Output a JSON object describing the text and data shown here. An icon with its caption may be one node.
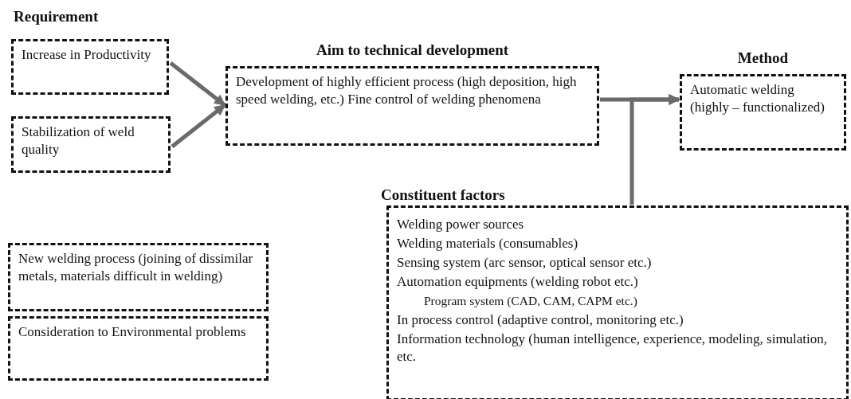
{
  "diagram": {
    "nodes": [
      {
        "text": [
          "Increase in Productivity"
        ]
      },
      {
        "text": [
          "Stabilization of weld quality"
        ]
      },
      {
        "text": [
          "Aim to technical development",
          "Development of highly efficient process (high deposition, high speed welding, etc.) Fine control of welding phenomena"
        ]
      },
      {
        "text": [
          "Method",
          "Automatic welding (highly – functionalized)"
        ]
      },
      {
        "text": [
          "Constituent factors",
          "Welding power sources",
          "Welding materials (consumables)",
          "Sensing system (arc sensor, optical sensor etc.)",
          "Automation equipments (welding robot etc.)",
          "Program system (CAD, CAM, CAPM etc.)",
          "In process control (adaptive control, monitoring etc.)",
          "Information technology (human intelligence, experience, modeling, simulation, etc."
        ]
      },
      {
        "text": [
          "New welding process (joining of dissimilar metals, materials difficult in welding)"
        ]
      },
      {
        "text": [
          "Consideration to Environmental problems"
        ]
      }
    ],
    "edges": [
      {
        "from": 0,
        "to": 2,
        "arrow": "to"
      },
      {
        "from": 1,
        "to": 2,
        "arrow": "to"
      },
      {
        "from": 2,
        "to": 3,
        "arrow": "to"
      },
      {
        "from": 4,
        "to": 3,
        "arrow": "to"
      }
    ],
    "labels": [
      "Requirement"
    ]
  }
}
